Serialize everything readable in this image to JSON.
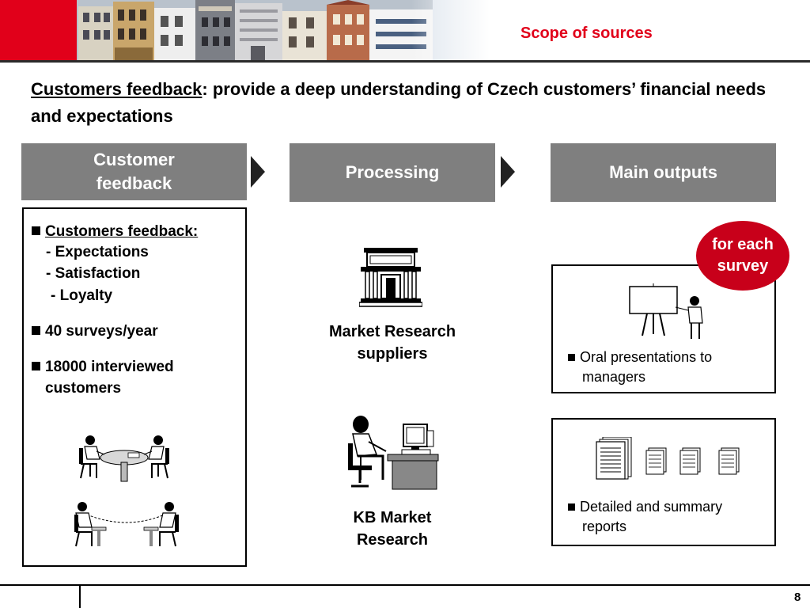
{
  "header": {
    "title": "Scope of sources",
    "brand_color": "#e1001a"
  },
  "heading": {
    "link_text": "Customers feedback",
    "rest": ": provide a deep understanding of Czech customers’ financial needs and expectations"
  },
  "columns": {
    "col1": {
      "label_line1": "Customer",
      "label_line2": "feedback"
    },
    "col2": {
      "label": "Processing"
    },
    "col3": {
      "label": "Main outputs"
    }
  },
  "left_box": {
    "bullet1_title": "Customers feedback:",
    "bullet1_subs": [
      "- Expectations",
      "- Satisfaction",
      "- Loyalty"
    ],
    "bullet2": "40 surveys/year",
    "bullet3_line1": "18000 interviewed",
    "bullet3_line2": "customers",
    "icons": [
      "meeting-round-table-icon",
      "interview-icon"
    ]
  },
  "middle": {
    "supplier_caption_line1": "Market Research",
    "supplier_caption_line2": "suppliers",
    "kb_caption_line1": "KB Market",
    "kb_caption_line2": "Research",
    "icons": [
      "building-icon",
      "computer-worker-icon"
    ]
  },
  "right": {
    "badge_line1": "for each",
    "badge_line2": "survey",
    "output1_line1": "Oral presentations to",
    "output1_line2": "managers",
    "output2_line1": "Detailed and summary",
    "output2_line2": "reports",
    "icons": [
      "presentation-board-icon",
      "document-stack-icon"
    ]
  },
  "footer": {
    "page_number": "8"
  }
}
